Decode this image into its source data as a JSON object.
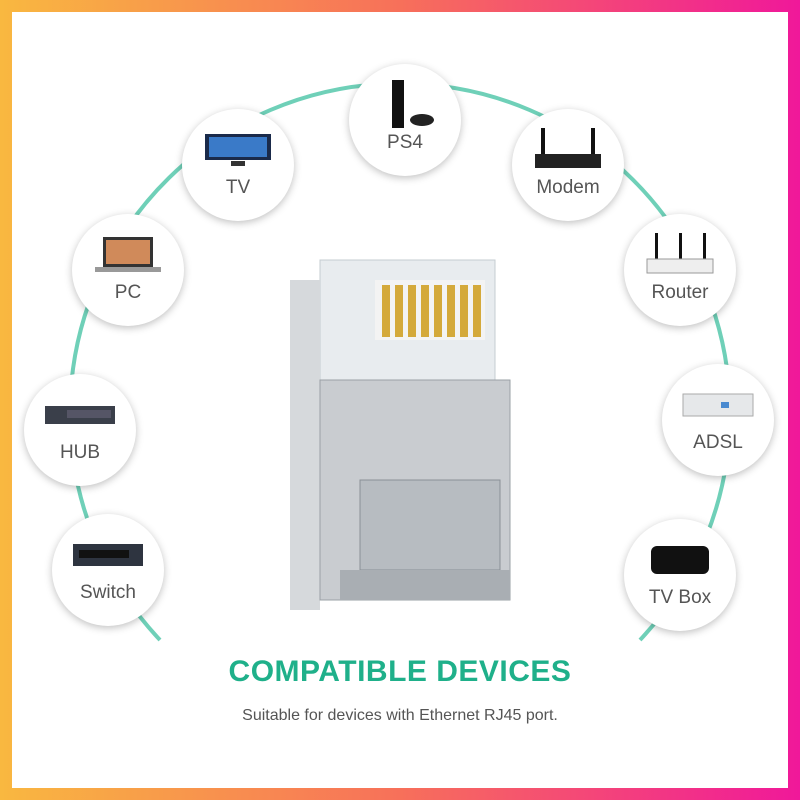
{
  "devices": [
    {
      "label": "TV",
      "icon": "tv-icon"
    },
    {
      "label": "PS4",
      "icon": "ps4-icon"
    },
    {
      "label": "Modem",
      "icon": "modem-icon"
    },
    {
      "label": "PC",
      "icon": "laptop-icon"
    },
    {
      "label": "Router",
      "icon": "router-icon"
    },
    {
      "label": "HUB",
      "icon": "hub-icon"
    },
    {
      "label": "ADSL",
      "icon": "adsl-icon"
    },
    {
      "label": "Switch",
      "icon": "switch-icon"
    },
    {
      "label": "TV Box",
      "icon": "tvbox-icon"
    }
  ],
  "heading": "COMPATIBLE DEVICES",
  "subheading": "Suitable for devices with Ethernet RJ45 port.",
  "colors": {
    "accent": "#1fb08a",
    "arc": "#6fd0b8"
  }
}
